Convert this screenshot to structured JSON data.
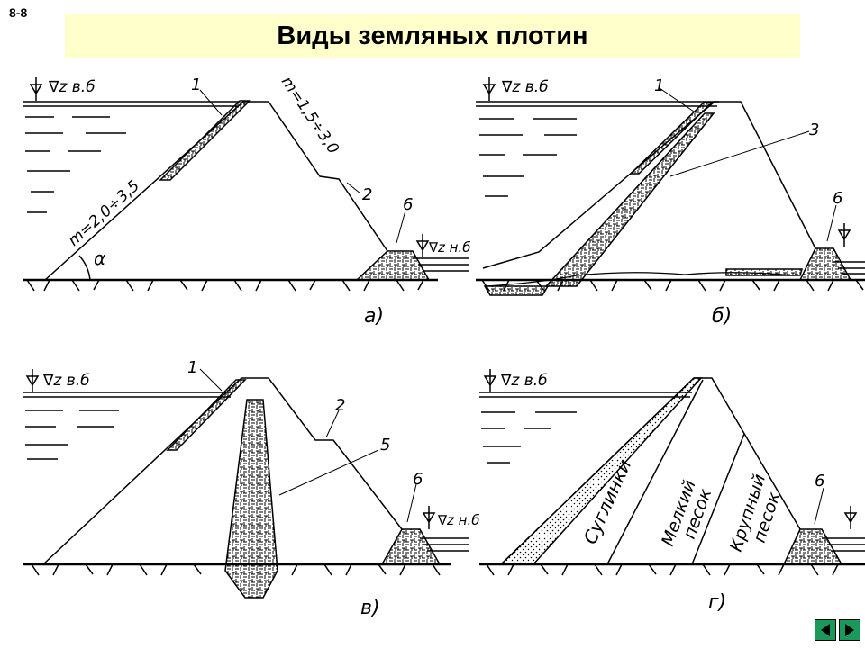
{
  "slide": {
    "number": "8-8",
    "title": "Виды земляных плотин"
  },
  "levels": {
    "upper": "∇z в.б",
    "lower": "∇z н.б"
  },
  "panel_a": {
    "caption": "а)",
    "label_1": "1",
    "label_2": "2",
    "label_6": "6",
    "slope_up": "m=2,0÷3,5",
    "slope_down": "m=1,5÷3,0",
    "angle": "α"
  },
  "panel_b": {
    "caption": "б)",
    "label_1": "1",
    "label_3": "3",
    "label_6": "6"
  },
  "panel_v": {
    "caption": "в)",
    "label_1": "1",
    "label_2": "2",
    "label_5": "5",
    "label_6": "6"
  },
  "panel_g": {
    "caption": "г)",
    "label_6": "6",
    "zone_1": "Суглинки",
    "zone_2a": "Мелкий",
    "zone_2b": "песок",
    "zone_3a": "Крупный",
    "zone_3b": "песок"
  },
  "nav": {
    "color": "#1a9a5a"
  }
}
